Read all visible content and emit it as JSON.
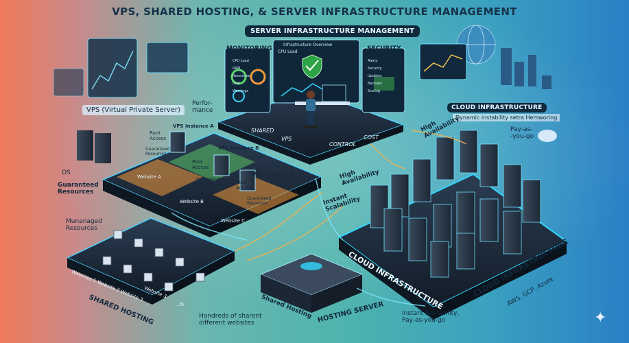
{
  "title": "VPS, SHARED HOSTING, & SERVER INFRASTRUCTURE MANAGEMENT",
  "management": {
    "banner": "SERVER INFRASTRUCTURE MANAGEMENT",
    "monitoring": "MONITORING",
    "security": "SECURITY",
    "overview": "Infrastructure Overview",
    "cpu": "CPU Load",
    "widgets": [
      "CPU Load",
      "RAM",
      "Resources",
      "Disk",
      "Warnings",
      "Alerts",
      "Security",
      "Updates",
      "Backups",
      "Scaling"
    ],
    "platform_labels": [
      "SHARED",
      "VPS",
      "CONTROL",
      "COST"
    ]
  },
  "vps": {
    "heading": "VPS (Virtual Private Server)",
    "performance": "Perfor-\nmance",
    "os": "OS",
    "guaranteed_resources": "Guaranteed\nResources",
    "instances": [
      {
        "name": "VPS Instance A",
        "root": "Root\nAccess",
        "guaranteed": "Guaranteed\nResources",
        "website": "Website A"
      },
      {
        "name": "VPS Instance B",
        "root": "Root\nAccess",
        "guaranteed": "Guaranteed\nResources",
        "website": "Website B"
      },
      {
        "name": "VPS Instance C",
        "root": "Root\nAccess",
        "guaranteed": "Guaranteed\nResources",
        "website": "Website C"
      }
    ]
  },
  "shared": {
    "unmanaged": "Munanaged\nResources",
    "websites_label": "Websites 1  Website 2  Website 3",
    "website_3": "Website 3",
    "dots": "...N",
    "heading": "SHARED HOSTING",
    "hundreds": "Hondreds of sharent\ndifferent websites",
    "server_label": "Shared Hosting",
    "server_title": "HOSTING SERVER"
  },
  "cloud": {
    "banner": "CLOUD INFRASTRUCTURE",
    "tagline": "Dynamic instability setra Hemworing",
    "high_availability_top": "High\nAvailability",
    "pay": "Pay-as-\n-you-go",
    "high_availability": "High\nAvailability",
    "instant": "Instant\nScalability",
    "platform_label": "CLOUD INFRASTRUCTURE",
    "right_label": "CLOUD INFRASTRUCTURE",
    "providers": "AWS, GCP, Azure",
    "bottom_note": "Instant Scalability,\nPay-as-you-go"
  },
  "colors": {
    "accent": "#33d6ff",
    "orange": "#f39a3c",
    "green": "#5fd36a",
    "dark": "#142434"
  }
}
